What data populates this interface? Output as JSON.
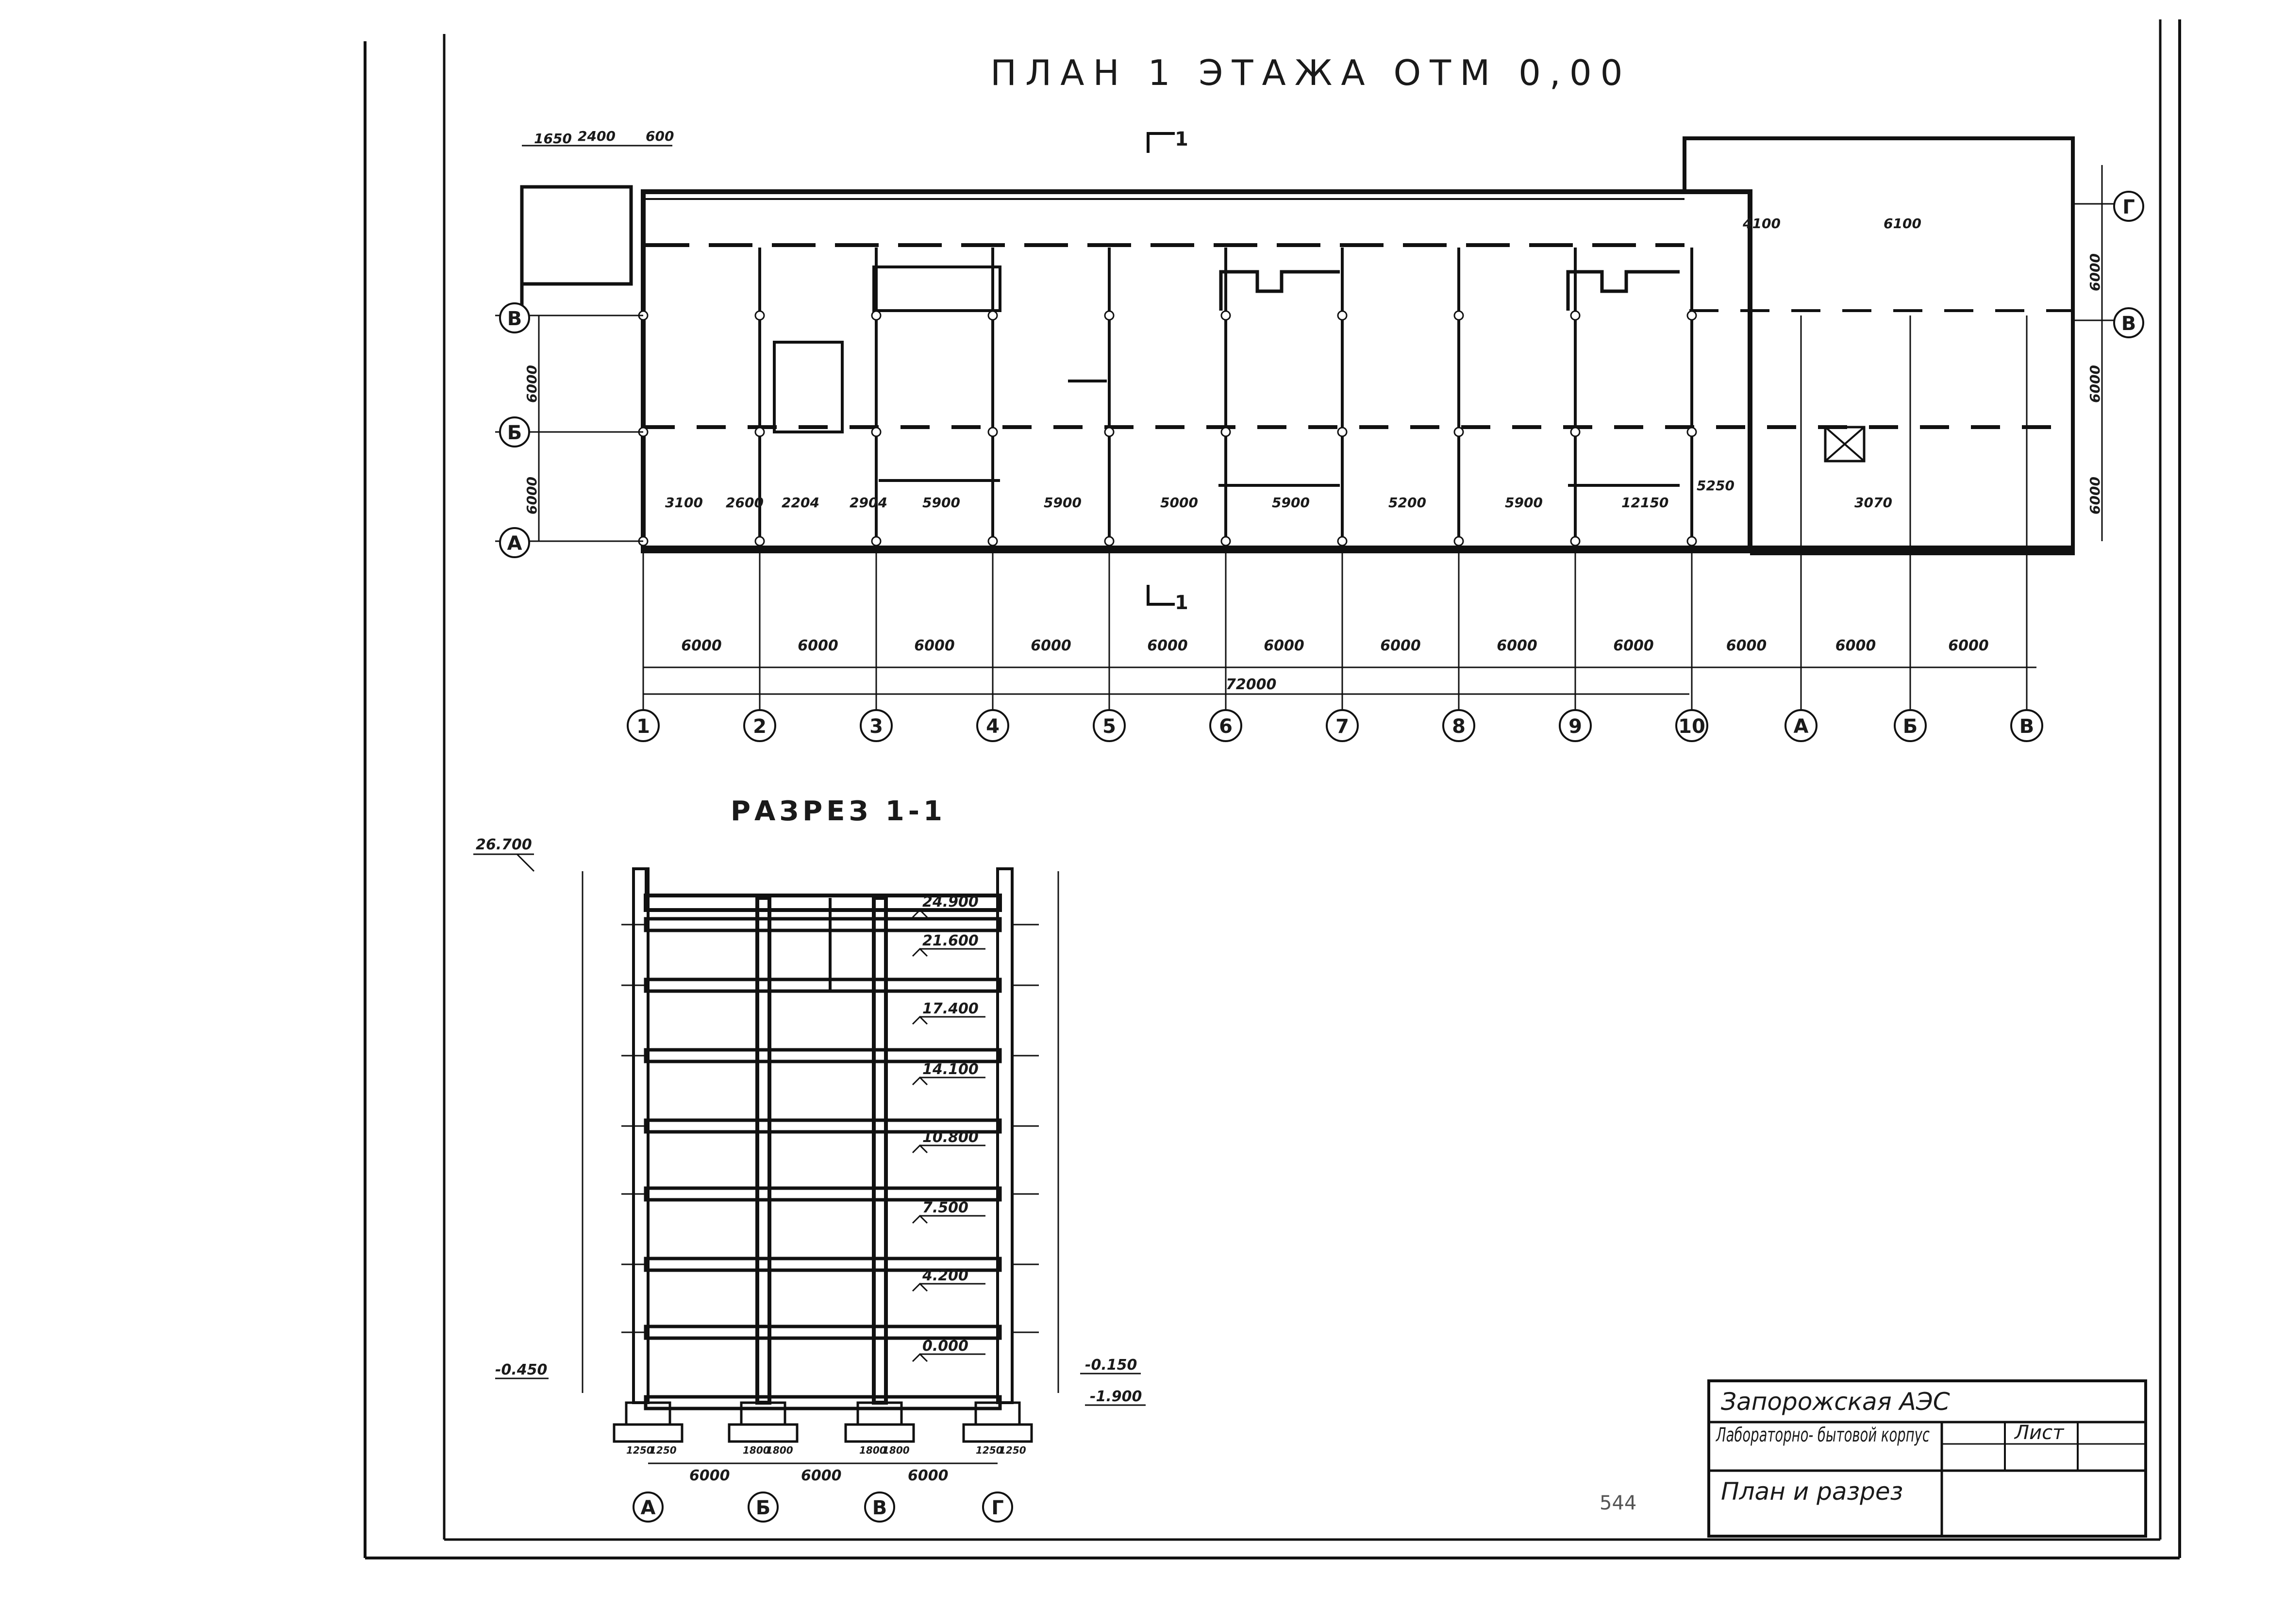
{
  "plan": {
    "title": "ПЛАН   1 ЭТАЖА  ОТМ 0,00",
    "section_mark": "1",
    "column_spans": [
      "6000",
      "6000",
      "6000",
      "6000",
      "6000",
      "6000",
      "6000",
      "6000",
      "6000",
      "6000",
      "6000",
      "6000"
    ],
    "total_length": "72000",
    "column_axes": [
      "1",
      "2",
      "3",
      "4",
      "5",
      "6",
      "7",
      "8",
      "9",
      "10",
      "А",
      "Б",
      "В"
    ],
    "row_axes_left": [
      "В",
      "Б",
      "А"
    ],
    "row_axes_right": [
      "Г",
      "В"
    ],
    "left_heights": [
      "6000",
      "6000"
    ],
    "right_heights": [
      "6000",
      "6000",
      "6000"
    ],
    "room_dims": [
      "3100",
      "2600",
      "2204",
      "2904",
      "5900",
      "5900",
      "5000",
      "5900",
      "5200",
      "5900",
      "12150",
      "3070",
      "5250",
      "4100",
      "6100"
    ],
    "top_dims": [
      "1650",
      "2400",
      "600"
    ]
  },
  "section": {
    "title": "РАЗРЕЗ 1-1",
    "top_elev": "26.700",
    "levels": [
      "24.900",
      "21.600",
      "17.400",
      "14.100",
      "10.800",
      "7.500",
      "4.200",
      "0.000"
    ],
    "left_elev": "-0.450",
    "right_elevs": [
      "-0.150",
      "-1.900"
    ],
    "bottom_spans": [
      "6000",
      "6000",
      "6000"
    ],
    "axes": [
      "А",
      "Б",
      "В",
      "Г"
    ],
    "foundation_dims": [
      "1250",
      "1250",
      "1800",
      "1800",
      "1800",
      "1800",
      "1250",
      "1250"
    ]
  },
  "title_block": {
    "project": "Запорожская   АЭС",
    "building": "Лабораторно- бытовой корпус",
    "sheet_label": "Лист",
    "sheet_title": "План и разрез",
    "page_no": "544"
  }
}
